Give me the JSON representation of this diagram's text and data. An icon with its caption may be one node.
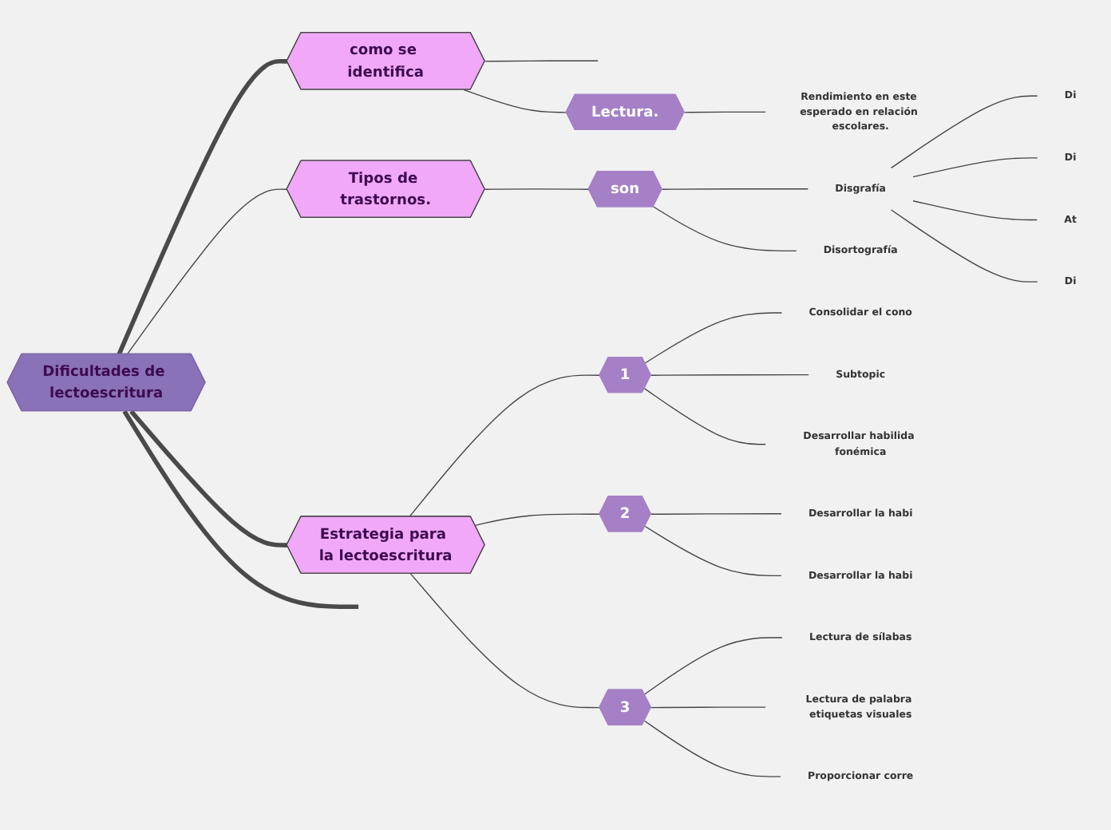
{
  "diagram": {
    "nodes": [
      {
        "text": [
          "Dificultades de lectoescritura"
        ]
      },
      {
        "text": [
          "como se identifica"
        ]
      },
      {
        "text": [
          "Lectura."
        ]
      },
      {
        "text": [
          "Rendimiento en este esperado en relación escolares."
        ]
      },
      {
        "text": [
          "Tipos de trastornos."
        ]
      },
      {
        "text": [
          "son"
        ]
      },
      {
        "text": [
          "Disgrafía"
        ]
      },
      {
        "text": [
          "Di"
        ]
      },
      {
        "text": [
          "Di"
        ]
      },
      {
        "text": [
          "At"
        ]
      },
      {
        "text": [
          "Di"
        ]
      },
      {
        "text": [
          "Disortografía"
        ]
      },
      {
        "text": [
          "Estrategia para la lectoescritura"
        ]
      },
      {
        "text": [
          "1"
        ]
      },
      {
        "text": [
          "Consolidar el cono"
        ]
      },
      {
        "text": [
          "Subtopic"
        ]
      },
      {
        "text": [
          "Desarrollar habilida fonémica"
        ]
      },
      {
        "text": [
          "2"
        ]
      },
      {
        "text": [
          "Desarrollar la habi"
        ]
      },
      {
        "text": [
          "Desarrollar la habi"
        ]
      },
      {
        "text": [
          "3"
        ]
      },
      {
        "text": [
          "Lectura de sílabas"
        ]
      },
      {
        "text": [
          "Lectura de palabra etiquetas visuales"
        ]
      },
      {
        "text": [
          "Proporcionar corre"
        ]
      }
    ],
    "edges": [
      {
        "from": 0,
        "to": 1,
        "arrow": "none",
        "style": "thick"
      },
      {
        "from": 1,
        "to": null,
        "arrow": "none"
      },
      {
        "from": 1,
        "to": 2,
        "arrow": "none"
      },
      {
        "from": 2,
        "to": 3,
        "arrow": "none"
      },
      {
        "from": 0,
        "to": 4,
        "arrow": "none"
      },
      {
        "from": 4,
        "to": 5,
        "arrow": "none"
      },
      {
        "from": 5,
        "to": 6,
        "arrow": "none"
      },
      {
        "from": 6,
        "to": 7,
        "arrow": "none"
      },
      {
        "from": 6,
        "to": 8,
        "arrow": "none"
      },
      {
        "from": 6,
        "to": 9,
        "arrow": "none"
      },
      {
        "from": 6,
        "to": 10,
        "arrow": "none"
      },
      {
        "from": 5,
        "to": 11,
        "arrow": "none"
      },
      {
        "from": 0,
        "to": 12,
        "arrow": "none",
        "style": "thick"
      },
      {
        "from": 12,
        "to": 13,
        "arrow": "none"
      },
      {
        "from": 13,
        "to": 14,
        "arrow": "none"
      },
      {
        "from": 13,
        "to": 15,
        "arrow": "none"
      },
      {
        "from": 13,
        "to": 16,
        "arrow": "none"
      },
      {
        "from": 12,
        "to": 17,
        "arrow": "none"
      },
      {
        "from": 17,
        "to": 18,
        "arrow": "none"
      },
      {
        "from": 17,
        "to": 19,
        "arrow": "none"
      },
      {
        "from": 12,
        "to": 20,
        "arrow": "none"
      },
      {
        "from": 20,
        "to": 21,
        "arrow": "none"
      },
      {
        "from": 20,
        "to": 22,
        "arrow": "none"
      },
      {
        "from": 20,
        "to": 23,
        "arrow": "none"
      },
      {
        "from": 0,
        "to": null,
        "arrow": "none",
        "style": "thick"
      }
    ]
  }
}
